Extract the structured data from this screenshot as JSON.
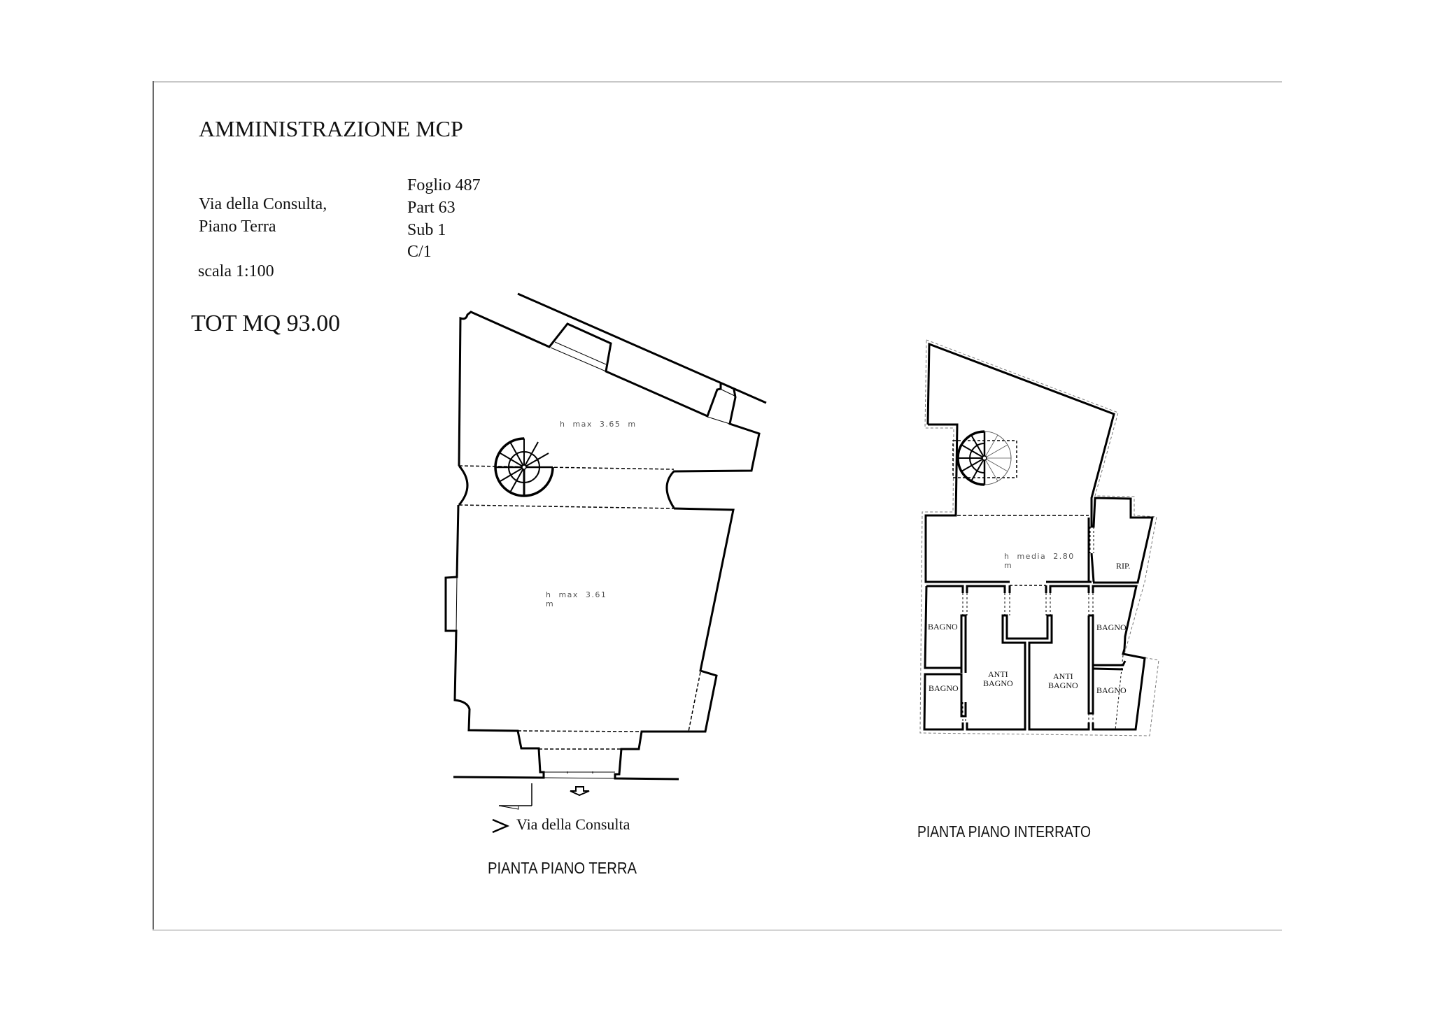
{
  "header": {
    "title": "AMMINISTRAZIONE MCP",
    "address_line1": "Via della Consulta,",
    "address_line2": "Piano Terra",
    "scale": "scala 1:100",
    "total_area": "TOT MQ 93.00"
  },
  "cadastral": {
    "lines": [
      "Foglio 487",
      "Part 63",
      "Sub 1",
      "C/1"
    ]
  },
  "ground_floor": {
    "title": "PIANTA PIANO TERRA",
    "street_label": "Via della Consulta",
    "upper_height_label": "h  max  3.65  m",
    "lower_height_label": "h  max  3.61\nm",
    "entrance_icon": "entrance-arrow-icon",
    "street_pointer_icon": "street-pointer-icon"
  },
  "basement": {
    "title": "PIANTA PIANO INTERRATO",
    "height_label": "h  media  2.80\nm",
    "rooms": {
      "storage": "RIP.",
      "bath_top_left": "BAGNO",
      "bath_bottom_left": "BAGNO",
      "antibath_left_1": "ANTI",
      "antibath_left_2": "BAGNO",
      "antibath_right_1": "ANTI",
      "antibath_right_2": "BAGNO",
      "bath_top_right": "BAGNO",
      "bath_bottom_right": "BAGNO"
    }
  }
}
